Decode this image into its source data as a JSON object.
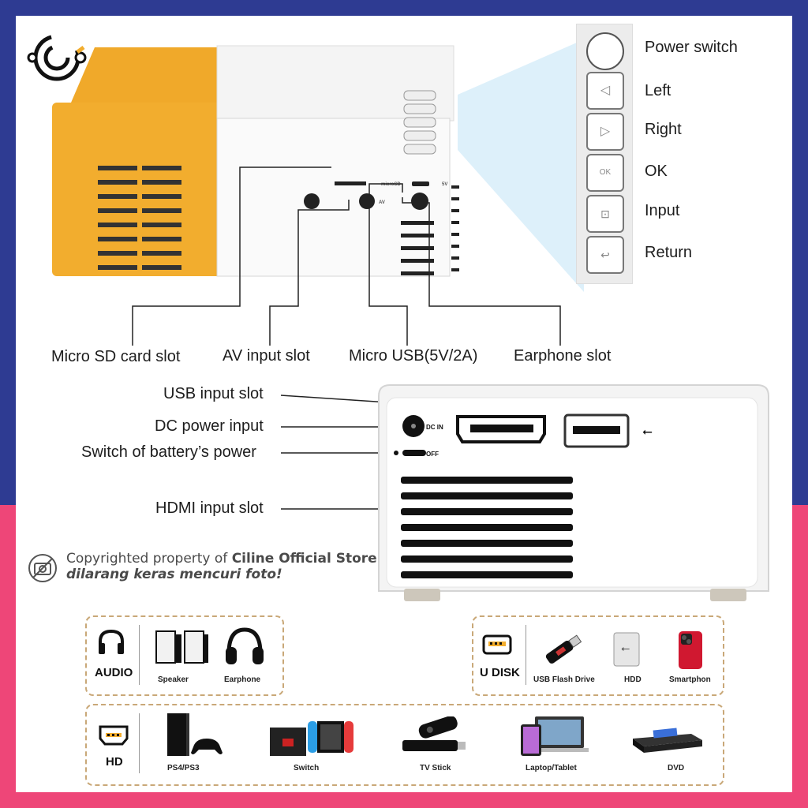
{
  "button_panel": {
    "items": [
      {
        "label": "Power switch",
        "icon": "power-icon"
      },
      {
        "label": "Left",
        "icon": "left-triangle-icon"
      },
      {
        "label": "Right",
        "icon": "right-triangle-icon"
      },
      {
        "label": "OK",
        "icon": "ok-icon",
        "glyph": "OK"
      },
      {
        "label": "Input",
        "icon": "input-icon"
      },
      {
        "label": "Return",
        "icon": "return-icon"
      }
    ]
  },
  "projector_ports": {
    "micro_sd_print": "microSD",
    "dc_print": "5V",
    "av_print": "AV",
    "labels": {
      "micro_sd": "Micro SD card slot",
      "av_input": "AV input slot",
      "micro_usb": "Micro USB(5V/2A)",
      "earphone": "Earphone slot"
    }
  },
  "back_ports": {
    "dc_in_print": "DC IN",
    "off_print": "OFF",
    "labels": {
      "usb_input": "USB input slot",
      "dc_power": "DC power input",
      "battery_switch": "Switch of battery’s power",
      "hdmi_input": "HDMI input slot"
    }
  },
  "watermark": {
    "line1_prefix": "Copyrighted property of ",
    "line1_store": "Ciline Official Store",
    "line2": "dilarang keras mencuri foto!"
  },
  "compat": {
    "audio": {
      "label": "AUDIO",
      "items": [
        "Speaker",
        "Earphone"
      ]
    },
    "udisk": {
      "label": "U DISK",
      "items": [
        "USB Flash Drive",
        "HDD",
        "Smartphon"
      ]
    },
    "hd": {
      "label": "HD",
      "items": [
        "PS4/PS3",
        "Switch",
        "TV Stick",
        "Laptop/Tablet",
        "DVD"
      ]
    }
  },
  "colors": {
    "accent_yellow": "#f2ad2e",
    "frame_blue": "#2e3b92",
    "frame_pink": "#ee4678",
    "dashed_border": "#c9a878"
  }
}
